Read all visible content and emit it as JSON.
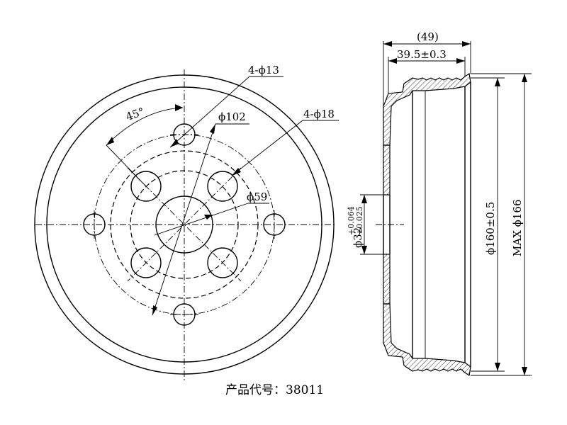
{
  "front_view": {
    "bolt_holes_label": "4-ϕ13",
    "angle_label": "45°",
    "bolt_circle_label": "ϕ102",
    "wheel_holes_label": "4-ϕ18",
    "center_bore_label": "ϕ59"
  },
  "section_view": {
    "overall_width_label": "(49)",
    "drum_depth_label": "39.5±0.3",
    "hub_bore_label": "ϕ32",
    "hub_bore_upper_tol": "+0.064",
    "hub_bore_lower_tol": "+0.025",
    "inner_diameter_label": "ϕ160±0.5",
    "max_diameter_label": "MAX ϕ166"
  },
  "caption": {
    "product_code": "产品代号：38011"
  }
}
